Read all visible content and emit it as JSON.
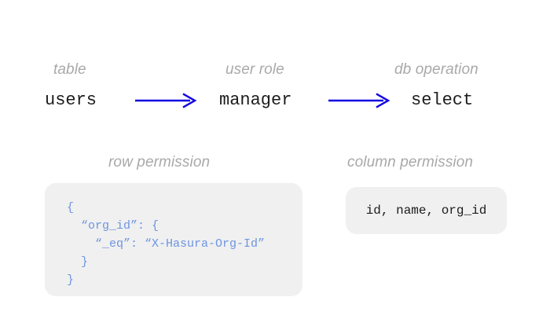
{
  "diagram": {
    "flow": [
      {
        "caption": "table",
        "value": "users",
        "caption_name": "table"
      },
      {
        "caption": "user role",
        "value": "manager",
        "caption_name": "user-role"
      },
      {
        "caption": "db operation",
        "value": "select",
        "caption_name": "db-operation"
      }
    ],
    "arrows": [
      {
        "name": "arrow-table-to-role",
        "from": "users",
        "to": "manager"
      },
      {
        "name": "arrow-role-to-op",
        "from": "manager",
        "to": "select"
      }
    ],
    "row_permission": {
      "caption": "row permission",
      "code": "{\n  “org_id”: {\n    “_eq”: “X-Hasura-Org-Id”\n  }\n}"
    },
    "column_permission": {
      "caption": "column permission",
      "columns": "id, name, org_id"
    },
    "colors": {
      "arrow": "#1000e0",
      "caption": "#a9a9a9",
      "value": "#1c1c1c",
      "panel_bg": "#f0f0f0",
      "code_text": "#6d95e0",
      "page_bg": "#ffffff"
    }
  }
}
